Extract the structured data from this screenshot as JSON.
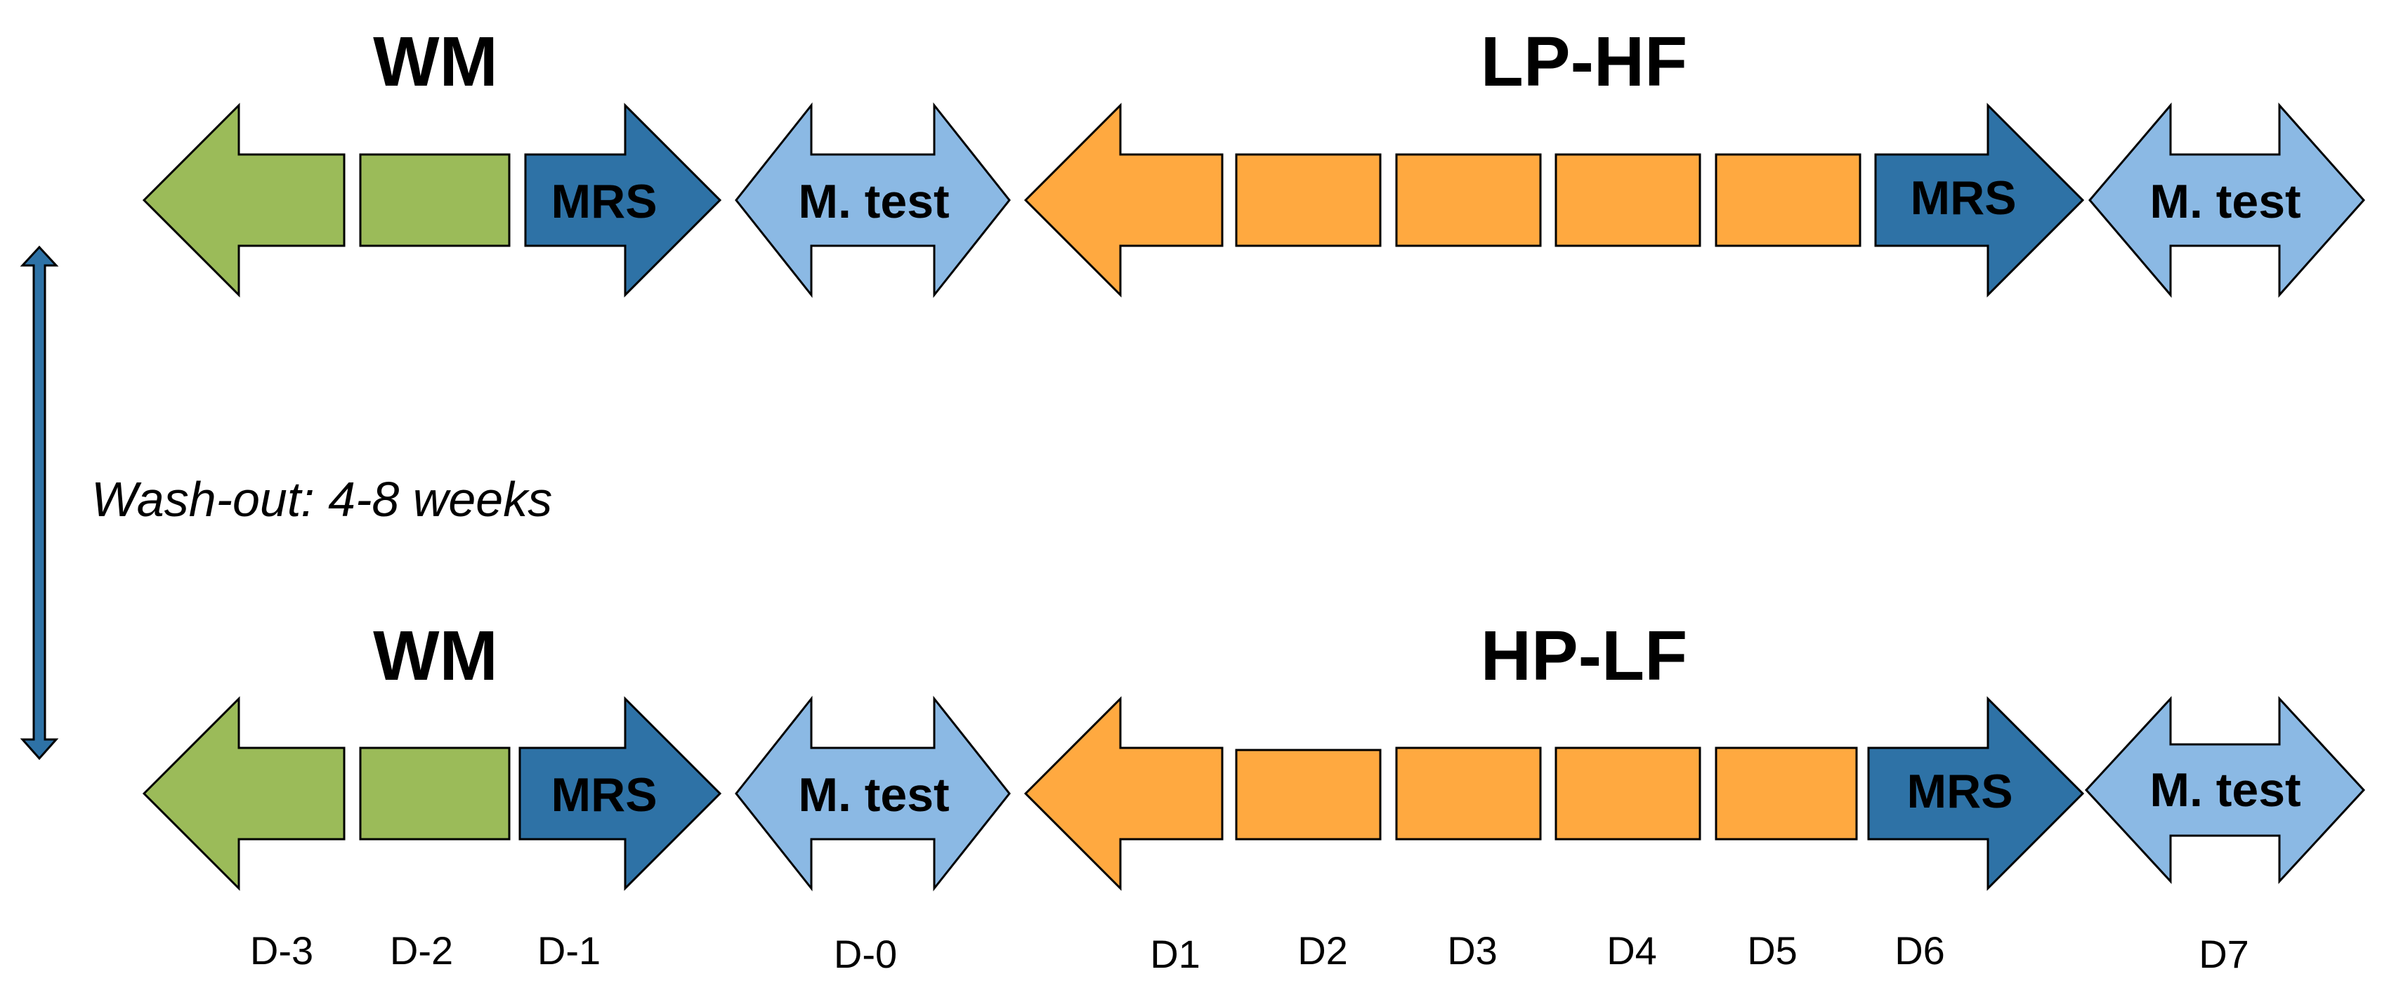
{
  "colors": {
    "washin_green": "#9BBB59",
    "diet_orange": "#FFA940",
    "mrs_blue": "#2E72A6",
    "test_blue": "#8BB9E4",
    "washout_arrow": "#2E72A6"
  },
  "rows": [
    {
      "washin_heading": "WM",
      "diet_heading": "LP-HF",
      "mrs_label_1": "MRS",
      "test_label_1": "M. test",
      "mrs_label_2": "MRS",
      "test_label_2": "M. test"
    },
    {
      "washin_heading": "WM",
      "diet_heading": "HP-LF",
      "mrs_label_1": "MRS",
      "test_label_1": "M. test",
      "mrs_label_2": "MRS",
      "test_label_2": "M. test"
    }
  ],
  "washout_label": "Wash-out: 4-8 weeks",
  "days": [
    "D-3",
    "D-2",
    "D-1",
    "D-0",
    "D1",
    "D2",
    "D3",
    "D4",
    "D5",
    "D6",
    "D7"
  ]
}
